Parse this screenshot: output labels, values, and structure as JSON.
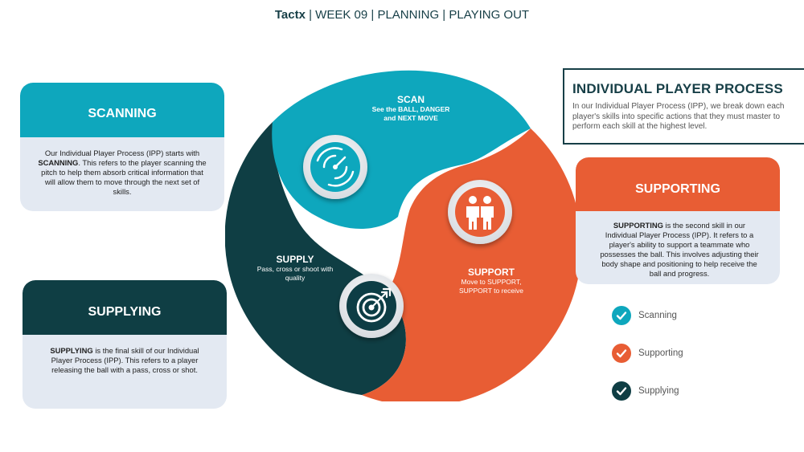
{
  "header": {
    "brand": "Tactx",
    "rest": " | WEEK 09 | PLANNING | PLAYING OUT"
  },
  "cards": {
    "scanning": {
      "title": "SCANNING",
      "p1": "Our Individual Player Process (IPP) starts with ",
      "bold": "SCANNING",
      "p2": ". This refers to the player scanning the pitch to help them absorb critical information that will allow them to move through the next set of skills."
    },
    "supplying": {
      "title": "SUPPLYING",
      "bold": "SUPPLYING",
      "p2": " is the final skill of our Individual Player Process (IPP). This refers to a player releasing the ball with a pass, cross or shot."
    },
    "supporting": {
      "title": "SUPPORTING",
      "bold": "SUPPORTING",
      "p2": " is the second skill in our Individual Player Process (IPP). It refers to a player's ability to support a teammate who possesses the ball. This involves adjusting their body shape and positioning to help receive the ball and progress."
    }
  },
  "ipp": {
    "title": "INDIVIDUAL PLAYER PROCESS",
    "text": "In our Individual Player Process (IPP), we break down each player's skills into specific actions that they must master to perform each skill at the highest level."
  },
  "wheel": {
    "scan": {
      "title": "SCAN",
      "line1": "See the BALL, DANGER",
      "line2": "and NEXT MOVE"
    },
    "support": {
      "title": "SUPPORT",
      "line1": "Move to SUPPORT,",
      "line2": "SUPPORT to receive"
    },
    "supply": {
      "title": "SUPPLY",
      "line1": "Pass, cross or shoot with",
      "line2": "quality"
    }
  },
  "legend": [
    {
      "label": "Scanning",
      "color": "#0ea7bd"
    },
    {
      "label": "Supporting",
      "color": "#e85d34"
    },
    {
      "label": "Supplying",
      "color": "#0f3e44"
    }
  ],
  "colors": {
    "teal": "#0ea7bd",
    "orange": "#e85d34",
    "dark": "#0f3e44"
  }
}
